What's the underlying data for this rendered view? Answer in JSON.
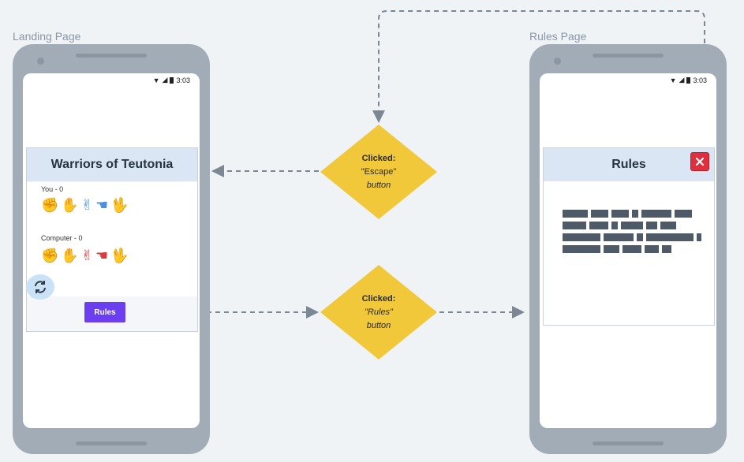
{
  "pages": {
    "landing": {
      "label": "Landing Page",
      "status_time": "3:03",
      "app_title": "Warriors of Teutonia",
      "you_label": "You - 0",
      "computer_label": "Computer - 0",
      "rules_button": "Rules",
      "icons": [
        "rock-icon",
        "paper-icon",
        "scissors-icon",
        "lizard-icon",
        "spock-icon"
      ]
    },
    "rules": {
      "label": "Rules Page",
      "status_time": "3:03",
      "title": "Rules"
    }
  },
  "decisions": {
    "escape": {
      "line1": "Clicked:",
      "line2": "\"Escape\"",
      "line3": "button"
    },
    "rules": {
      "line1": "Clicked:",
      "line2": "\"Rules\"",
      "line3": "button"
    }
  },
  "colors": {
    "background": "#f0f3f6",
    "phone": "#a2acb6",
    "diamond": "#f0c83a",
    "player_hands": "#4a90e2",
    "computer_hands": "#dd3b3b",
    "rules_button": "#6b3ff0",
    "close_button": "#dd2f3d",
    "header": "#dae6f4",
    "connector": "#7c8794"
  }
}
